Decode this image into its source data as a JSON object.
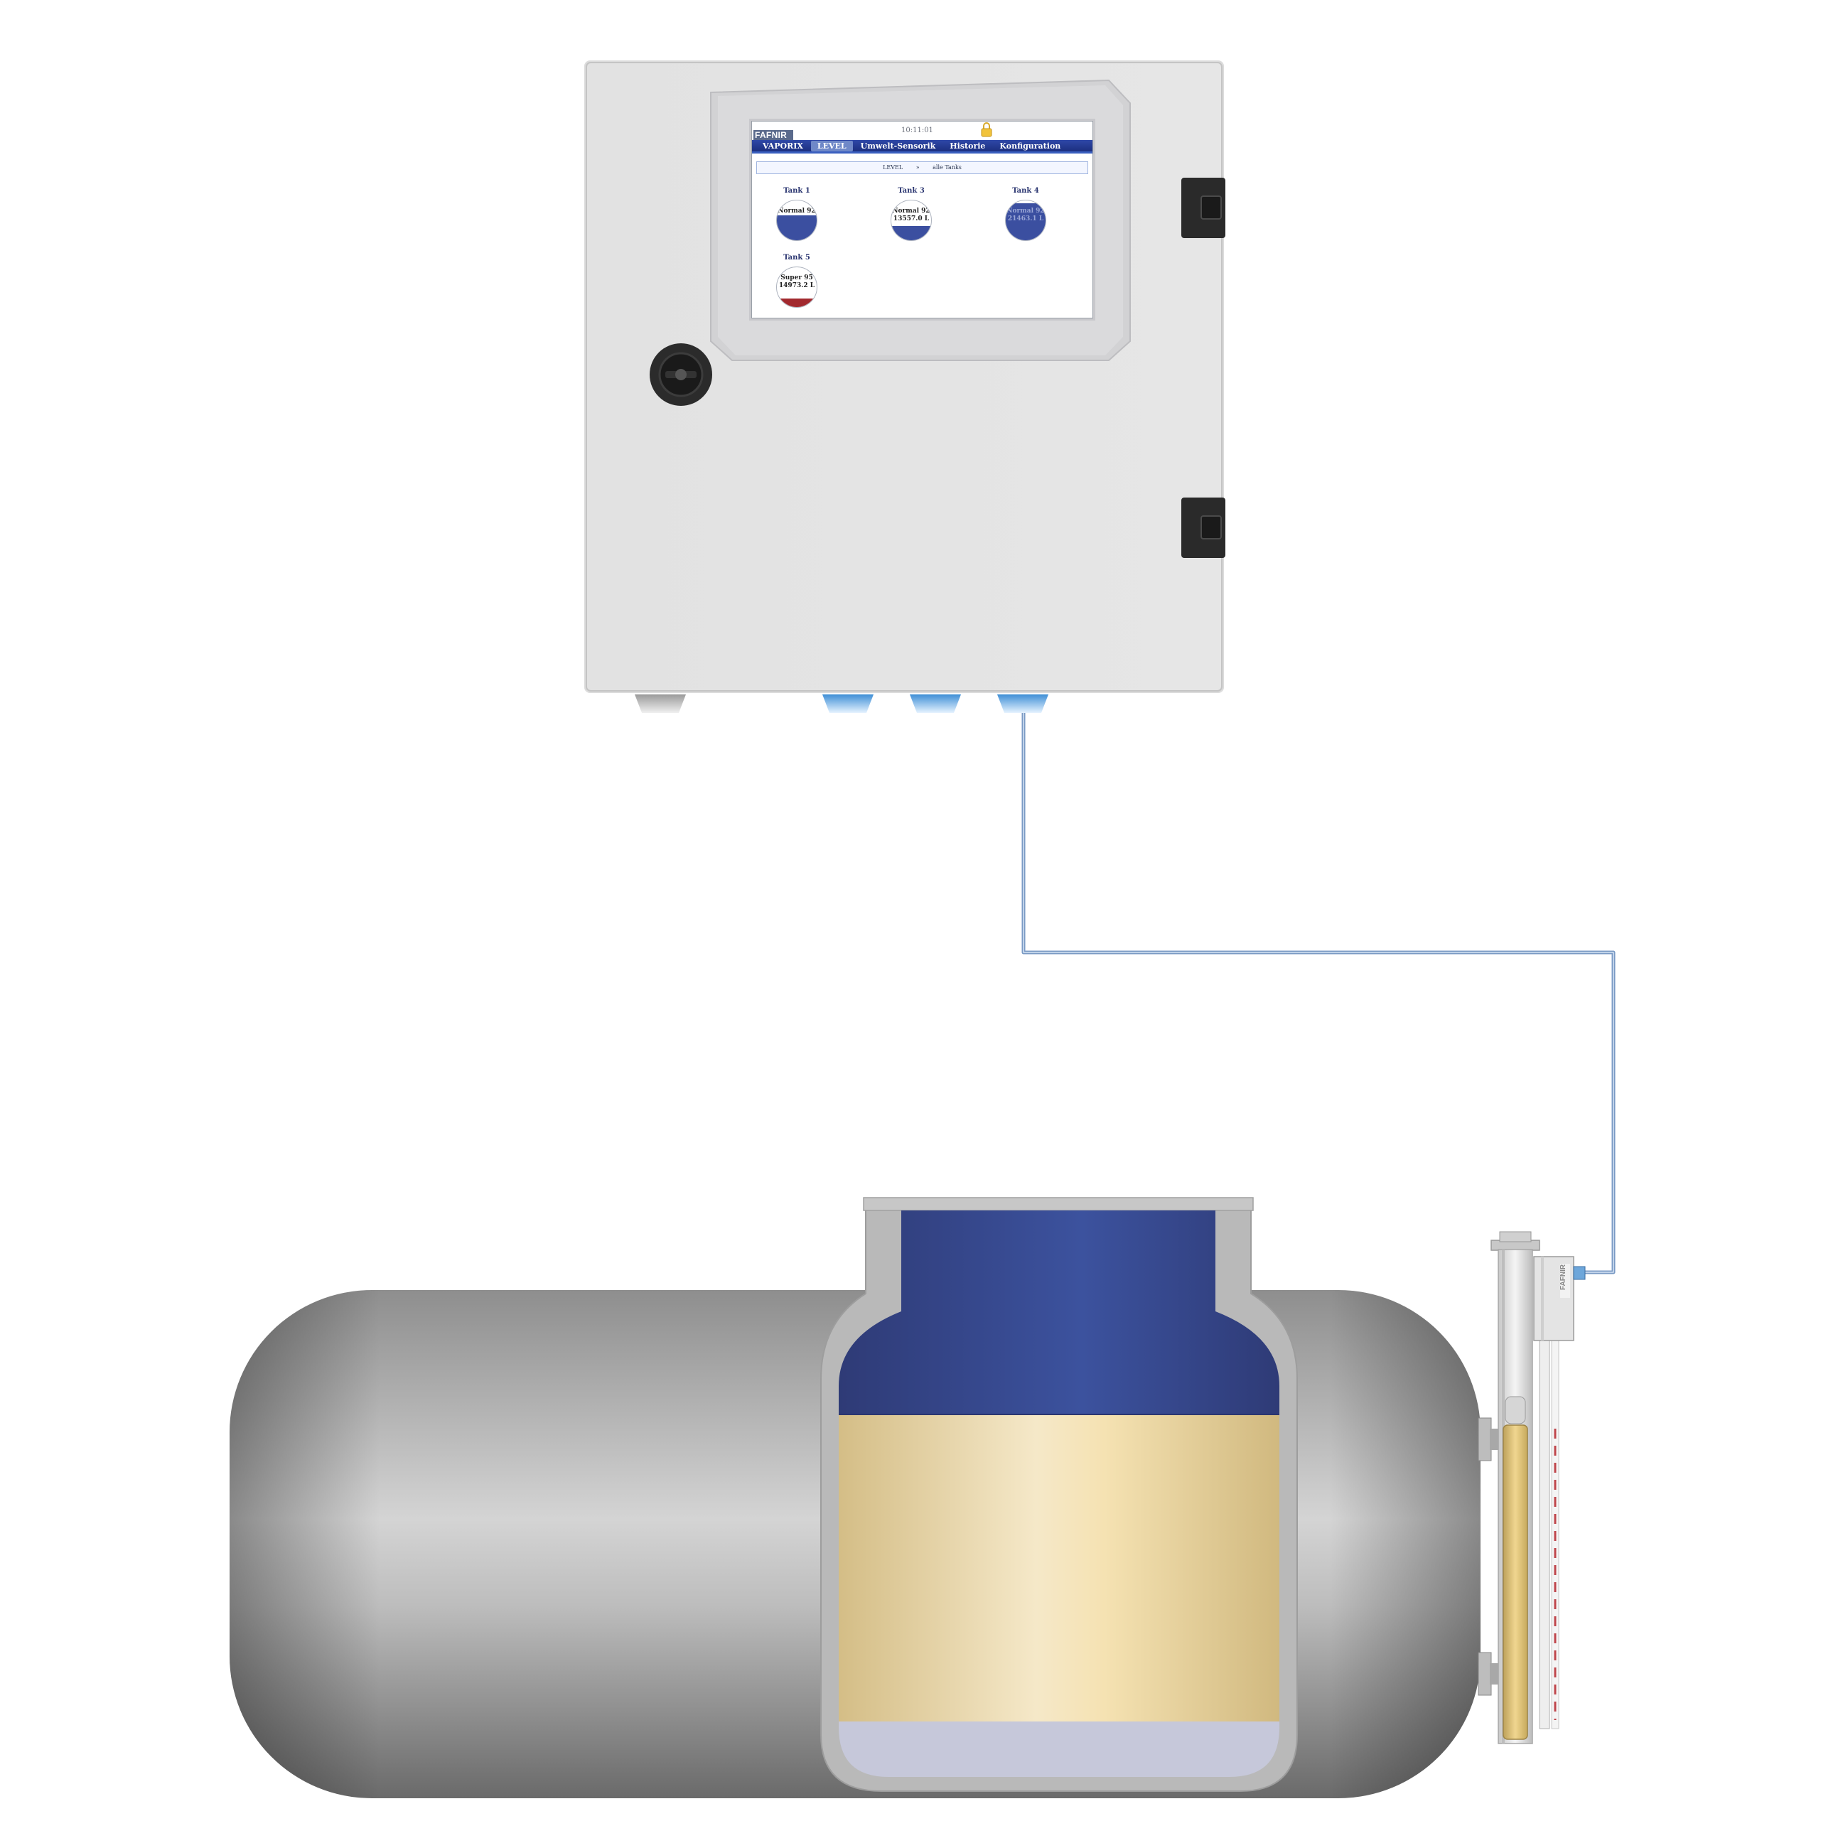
{
  "screen": {
    "logo": "FAFNIR",
    "clock": "10:11:01",
    "lock_icon": "padlock-icon",
    "tabs": [
      {
        "label": "VAPORIX",
        "active": false
      },
      {
        "label": "LEVEL",
        "active": true
      },
      {
        "label": "Umwelt-Sensorik",
        "active": false
      },
      {
        "label": "Historie",
        "active": false
      },
      {
        "label": "Konfiguration",
        "active": false
      }
    ],
    "breadcrumb": {
      "section": "LEVEL",
      "separator": "»",
      "view": "alle Tanks"
    },
    "tanks": [
      {
        "name": "Tank 1",
        "product": "Normal 92",
        "volume": "",
        "fill": 0.62,
        "color": "#3b4fa0"
      },
      {
        "name": "Tank 3",
        "product": "Normal 92",
        "volume": "13557.0 L",
        "fill": 0.35,
        "color": "#3b4fa0"
      },
      {
        "name": "Tank 4",
        "product": "Normal 92",
        "volume": "21463.1 L",
        "fill": 0.92,
        "color": "#3b4fa0"
      },
      {
        "name": "Tank 5",
        "product": "Super 95",
        "volume": "14973.2 L",
        "fill": 0.22,
        "color": "#a2292e"
      }
    ]
  },
  "probe": {
    "brand": "FAFNIR"
  },
  "colors": {
    "screen_accent": "#1c2f7f",
    "vapor_blue": "#34478f",
    "fuel_gold": "#e8d3a0",
    "water": "#c6c8da",
    "tank_grey": "#a6a6a6",
    "cable": "#7a9ac4"
  }
}
